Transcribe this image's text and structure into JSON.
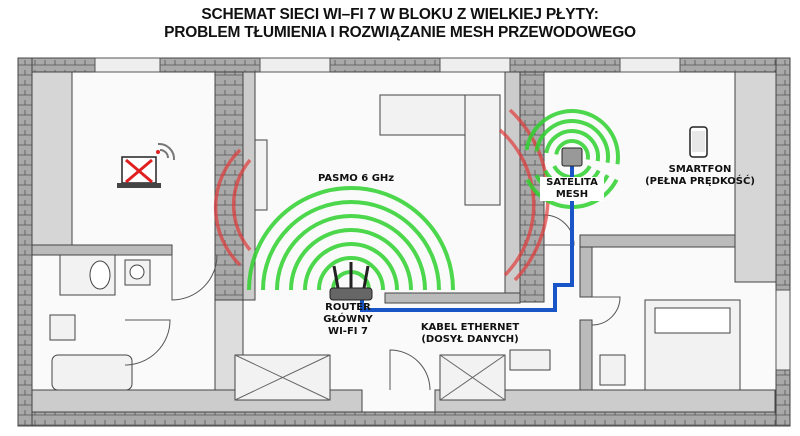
{
  "title": {
    "line1": "SCHEMAT SIECI WI–FI 7 W BLOKU Z WIELKIEJ PŁYTY:",
    "line2": "PROBLEM TŁUMIENIA I ROZWIĄZANIE MESH PRZEWODOWEGO"
  },
  "labels": {
    "band": "PASMO 6 GHz",
    "router": [
      "ROUTER",
      "GŁÓWNY",
      "WI-FI 7"
    ],
    "cable": [
      "KABEL ETHERNET",
      "(DOSYŁ DANYCH)"
    ],
    "satellite": [
      "SATELITA",
      "MESH"
    ],
    "phone": [
      "SMARTFON",
      "(PEŁNA PRĘDKOŚĆ)"
    ]
  },
  "colors": {
    "signal": "#2fd12f",
    "attenuation": "#e23b3b",
    "cable": "#1a55c8",
    "wall": "#9a9a9a"
  }
}
